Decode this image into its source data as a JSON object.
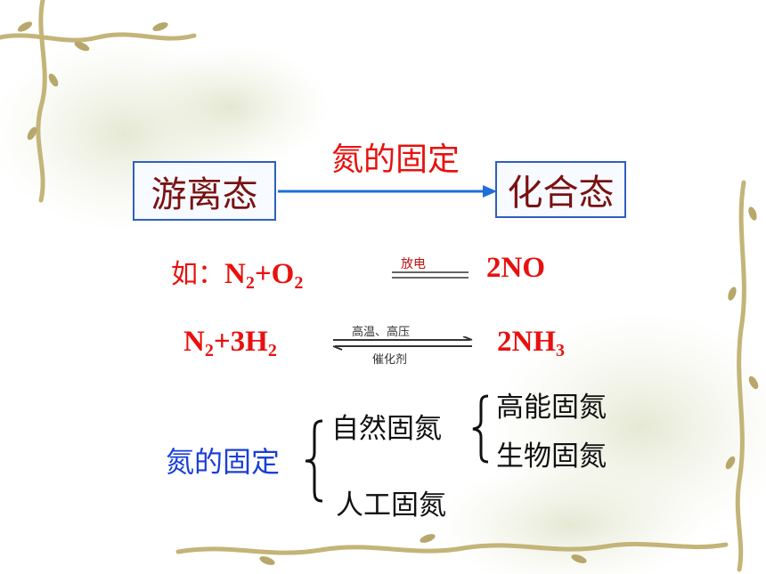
{
  "diagram": {
    "arrow_label": "氮的固定",
    "source_box": "游离态",
    "target_box": "化合态"
  },
  "equations": {
    "eq1": {
      "prefix": "如：",
      "left_n": "N",
      "left_n_sub": "2",
      "plus_o": "+O",
      "o_sub": "2",
      "condition": "放电",
      "product": "2NO"
    },
    "eq2": {
      "left_n": "N",
      "left_n_sub": "2",
      "plus_h": "+3H",
      "h_sub": "2",
      "condition_top": "高温、高压",
      "condition_bottom": "催化剂",
      "product": "2NH",
      "product_sub": "3"
    }
  },
  "classification": {
    "root": "氮的固定",
    "natural": "自然固氮",
    "artificial": "人工固氮",
    "natural_children": [
      "高能固氮",
      "生物固氮"
    ]
  },
  "colors": {
    "accent_red": "#e8110f",
    "box_border": "#2f5fbf",
    "arrow": "#1e6fd9",
    "root_blue": "#1a3fd6"
  }
}
